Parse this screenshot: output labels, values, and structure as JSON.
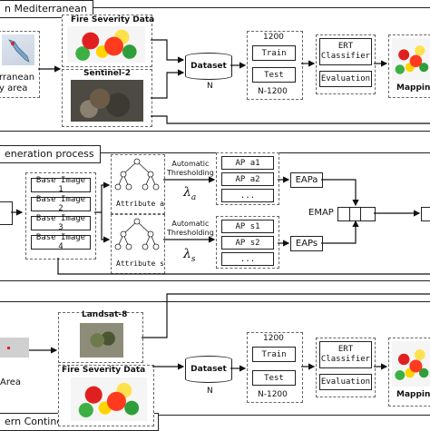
{
  "top": {
    "section_label": "n Mediterranean",
    "study_area_lines": [
      "rranean",
      "y area"
    ],
    "fire_severity": "Fire Severity Data",
    "sentinel": "Sentinel-2",
    "dataset": "Dataset",
    "dataset_n": "N",
    "split_total": "1200",
    "train": "Train",
    "test": "Test",
    "split_rest": "N-1200",
    "classifier": "ERT\nClassifier",
    "evaluation": "Evaluation",
    "mapping": "Mapping"
  },
  "middle": {
    "section_label": "eneration process",
    "base_images": [
      "Base Image 1",
      "Base Image 2",
      "Base Image 3",
      "Base Image 4"
    ],
    "attr_a": "Attribute a",
    "attr_s": "Attribute s",
    "auto_thresh_a": "Automatic\nThresholding",
    "auto_thresh_s": "Automatic\nThresholding",
    "lambda_a": "λ",
    "lambda_a_sub": "a",
    "lambda_s": "λ",
    "lambda_s_sub": "s",
    "ap_a": [
      "AP a1",
      "AP a2",
      "..."
    ],
    "ap_s": [
      "AP s1",
      "AP s2",
      "..."
    ],
    "eapa": "EAPa",
    "eaps": "EAPs",
    "emap": "EMAP"
  },
  "bottom": {
    "section_label": "ern Continental United States",
    "area_text": "Area",
    "landsat": "Landsat-8",
    "fire_severity": "Fire Severity Data",
    "dataset": "Dataset",
    "dataset_n": "N",
    "split_total": "1200",
    "train": "Train",
    "test": "Test",
    "split_rest": "N-1200",
    "classifier": "ERT\nClassifier",
    "evaluation": "Evaluation",
    "mapping": "Mapping"
  }
}
